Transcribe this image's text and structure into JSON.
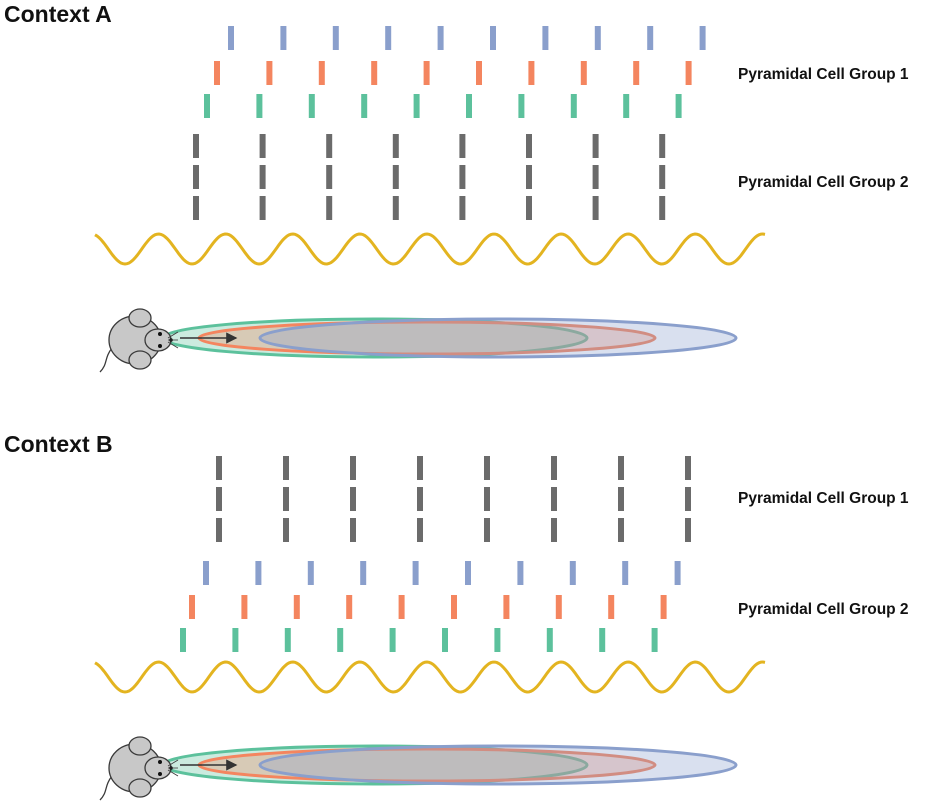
{
  "figure": {
    "colors": {
      "blue": "#8a9fcc",
      "orange": "#f4855f",
      "green": "#5cc19c",
      "gray": "#6b6b6b",
      "wave": "#e3b420",
      "mouse_body": "#c8c8c8",
      "mouse_outline": "#3a3a3a",
      "arrow": "#333333"
    },
    "panels": [
      {
        "title": "Context A",
        "labels": [
          "Pyramidal Cell Group 1",
          "Pyramidal Cell Group 2"
        ],
        "spike_rows": [
          {
            "color": "blue",
            "count": 10
          },
          {
            "color": "orange",
            "count": 10
          },
          {
            "color": "green",
            "count": 10
          },
          {
            "color": "gray",
            "count": 8,
            "stacked": 3
          }
        ],
        "theta_cycles": 10,
        "place_fields": [
          "green",
          "orange",
          "blue"
        ],
        "mouse_icon": "mouse-icon",
        "arrow_icon": "arrow-right-icon"
      },
      {
        "title": "Context B",
        "labels": [
          "Pyramidal Cell Group 1",
          "Pyramidal Cell Group 2"
        ],
        "spike_rows": [
          {
            "color": "gray",
            "count": 8,
            "stacked": 3
          },
          {
            "color": "blue",
            "count": 10
          },
          {
            "color": "orange",
            "count": 10
          },
          {
            "color": "green",
            "count": 10
          }
        ],
        "theta_cycles": 10,
        "place_fields": [
          "green",
          "orange",
          "blue"
        ],
        "mouse_icon": "mouse-icon",
        "arrow_icon": "arrow-right-icon"
      }
    ]
  }
}
